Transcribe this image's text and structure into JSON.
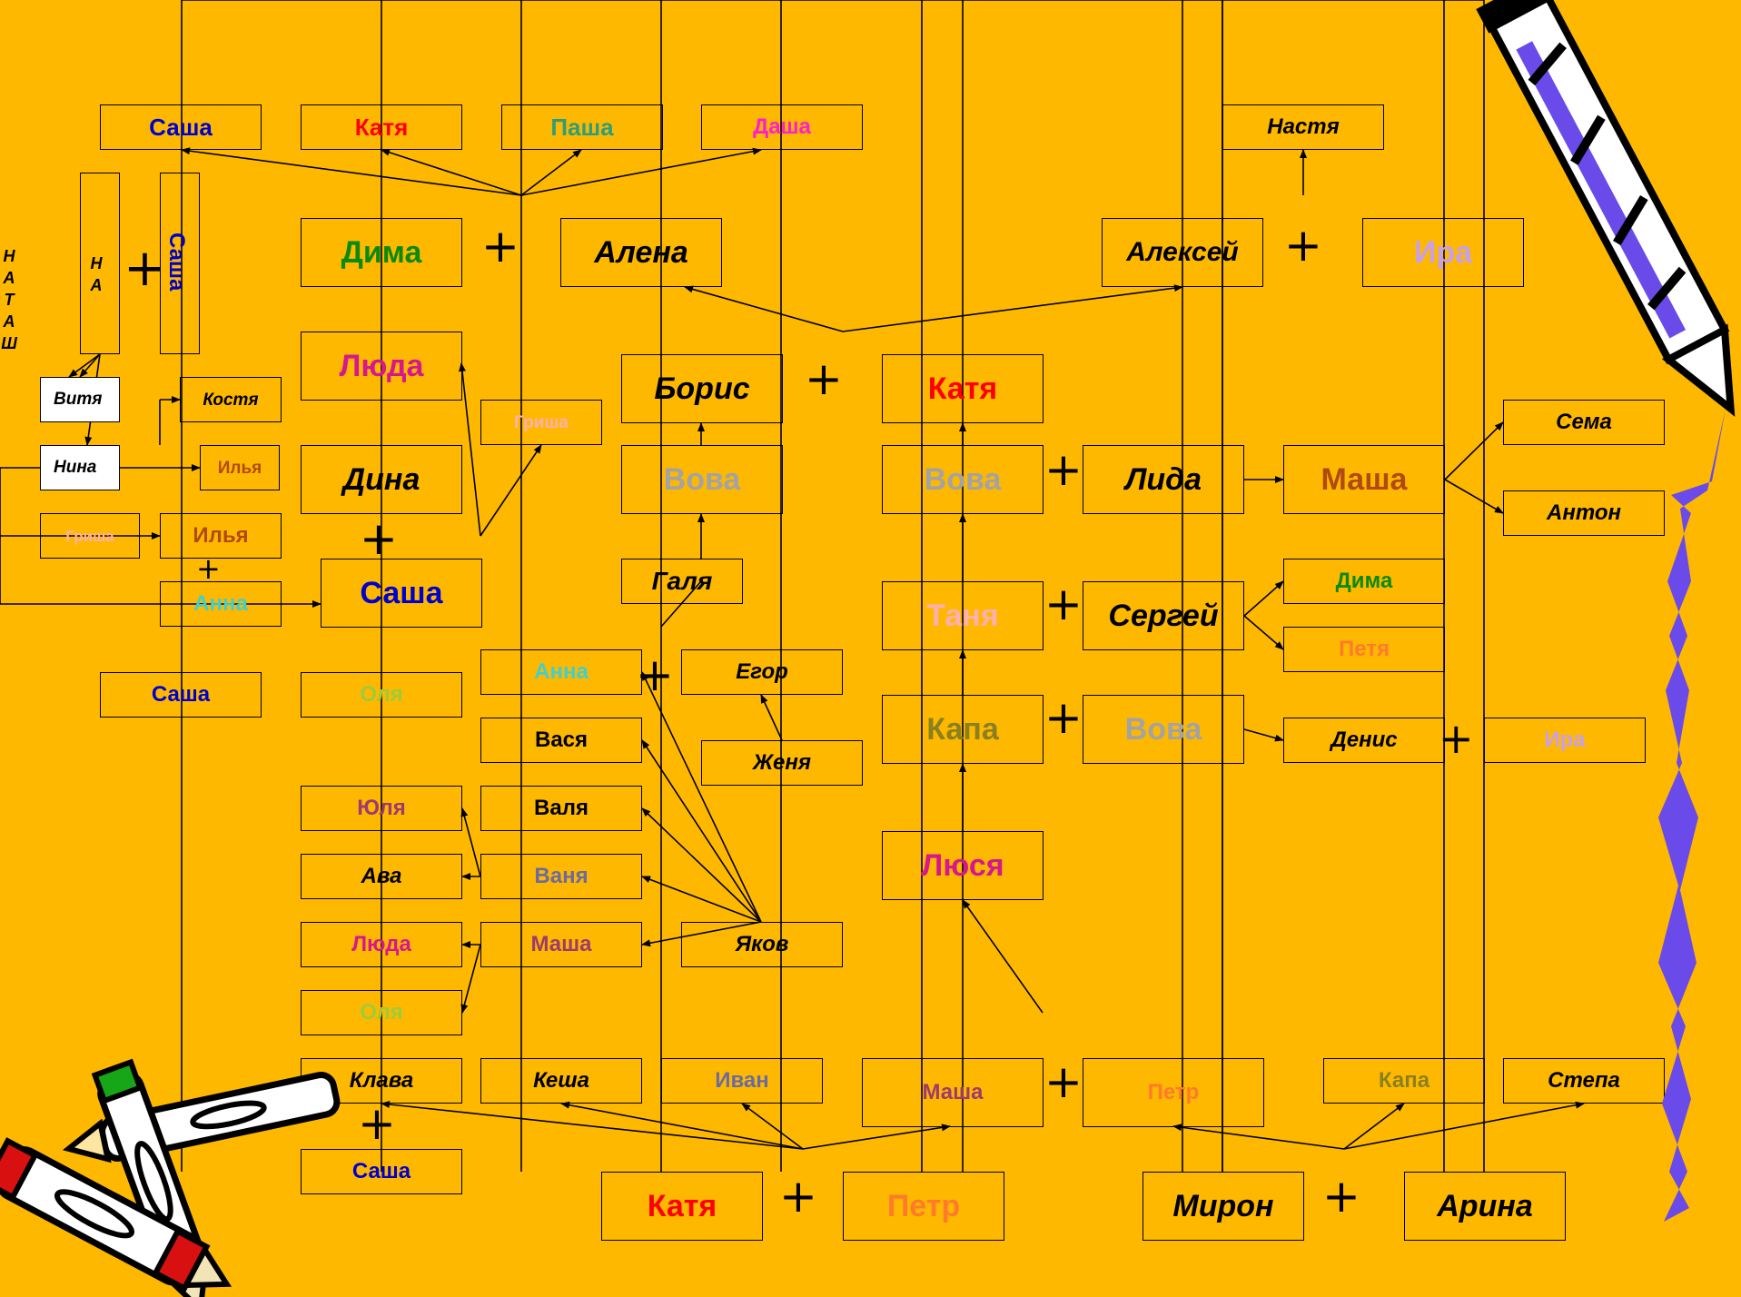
{
  "colors": {
    "background": "#FFB800",
    "blue": "#0000CC",
    "red": "#FF0000",
    "teal": "#2E9E7A",
    "magenta": "#FF1ECF",
    "green": "#0A8A0A",
    "pink": "#D6178D",
    "lightpink": "#FFB0B0",
    "gray": "#A3A3A3",
    "cyan": "#40D0D0",
    "brown": "#B04A12",
    "lightgreen": "#9CCC3C",
    "plum": "#9E3A6E",
    "slate": "#6B6B9E",
    "orange": "#FF7A2A",
    "olive": "#8A8020",
    "lavender": "#C8A0E8",
    "black": "#000000"
  },
  "vertical_text": "Н\nА\nТ\nА\nШ",
  "rotated_name": "Саша",
  "plus_sign": "+",
  "nodes": {
    "sasha_top": "Саша",
    "katya_top": "Катя",
    "pasha": "Паша",
    "dasha": "Даша",
    "nastya": "Настя",
    "dima": "Дима",
    "alena": "Алена",
    "aleksey": "Алексей",
    "ira_top": "Ира",
    "lyuda_top": "Люда",
    "boris": "Борис",
    "katya_mid": "Катя",
    "vitya": "Витя",
    "kostya": "Костя",
    "grisha_mid": "Гриша",
    "nina": "Нина",
    "ilya_small": "Илья",
    "dina": "Дина",
    "vova_1": "Вова",
    "vova_2": "Вова",
    "lida": "Лида",
    "masha_right": "Маша",
    "sema": "Сема",
    "anton": "Антон",
    "grisha_left": "Гриша",
    "ilya": "Илья",
    "anna_left": "Анна",
    "sasha_mid": "Саша",
    "galya": "Галя",
    "tanya": "Таня",
    "sergey": "Сергей",
    "dima_right": "Дима",
    "petya": "Петя",
    "sasha_low": "Саша",
    "olya_1": "Оля",
    "anna_mid": "Анна",
    "egor": "Егор",
    "kapa_mid": "Капа",
    "vova_3": "Вова",
    "denis": "Денис",
    "ira_right": "Ира",
    "vasya": "Вася",
    "zhenya": "Женя",
    "yulya": "Юля",
    "valya": "Валя",
    "lyusya": "Люся",
    "ava": "Ава",
    "vanya": "Ваня",
    "lyuda_low": "Люда",
    "masha_mid": "Маша",
    "yakov": "Яков",
    "olya_2": "Оля",
    "klava": "Клава",
    "kesha": "Кеша",
    "ivan": "Иван",
    "masha_low": "Маша",
    "petr_mid": "Петр",
    "kapa_low": "Капа",
    "stepa": "Степа",
    "sasha_bottom": "Саша",
    "katya_bottom": "Катя",
    "petr_bottom": "Петр",
    "miron": "Мирон",
    "arina": "Арина"
  }
}
